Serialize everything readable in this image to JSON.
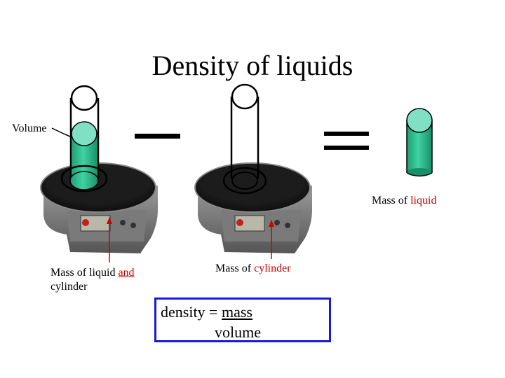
{
  "title": "Density of liquids",
  "labels": {
    "volume": "Volume",
    "mass_liquid_and_cylinder_part1": "Mass of liquid",
    "mass_liquid_and_cylinder_and": "and",
    "mass_liquid_and_cylinder_part2": "cylinder",
    "mass_cylinder_part1": "Mass of",
    "mass_cylinder_part2": "cylinder",
    "mass_liquid_part1": "Mass of",
    "mass_liquid_part2": "liquid"
  },
  "formula": {
    "lhs": "density = ",
    "numerator": "mass",
    "denominator": "volume"
  },
  "operators": {
    "minus": "minus",
    "equals": "equals"
  },
  "colors": {
    "liquid": "#2bbf8f",
    "liquid_light": "#7fe0c4",
    "arrow": "#cc0000",
    "box_border": "#1a1ad6",
    "scale_body": "#6b6b6b",
    "scale_pan": "#1f1f1f"
  }
}
